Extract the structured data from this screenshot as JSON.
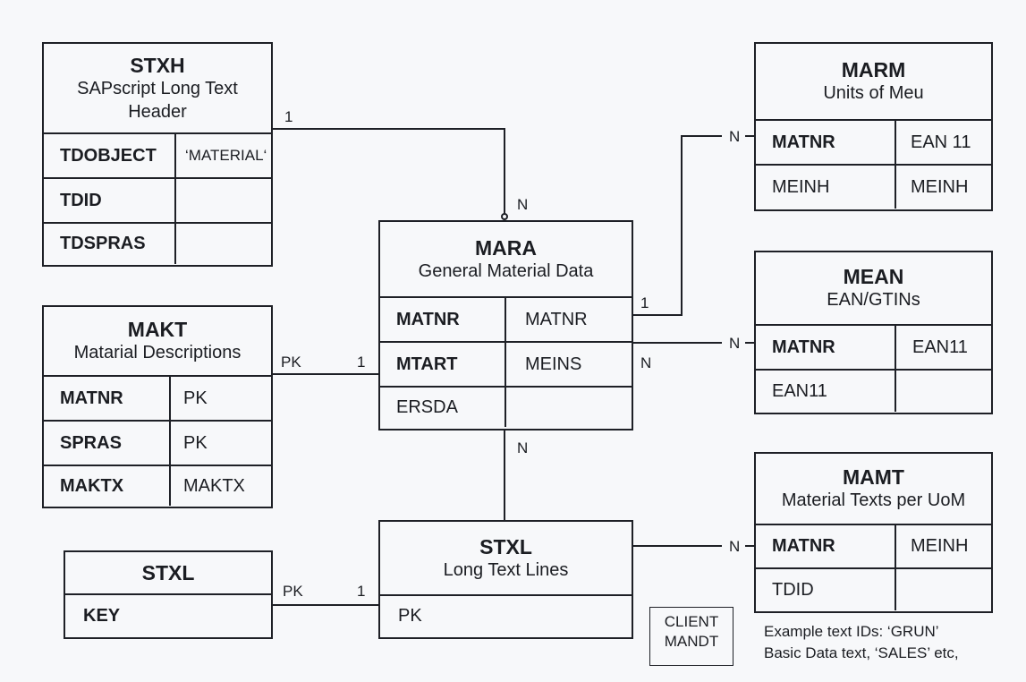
{
  "entities": {
    "stxh": {
      "name": "STXH",
      "description_line1": "SAPscript Long Text",
      "description_line2": "Header",
      "rows": [
        {
          "field": "TDOBJECT",
          "value": "‘MATERIAL‘"
        },
        {
          "field": "TDID",
          "value": ""
        },
        {
          "field": "TDSPRAS",
          "value": ""
        }
      ]
    },
    "makt": {
      "name": "MAKT",
      "description": "Matarial Descriptions",
      "rows": [
        {
          "field": "MATNR",
          "value": "PK"
        },
        {
          "field": "SPRAS",
          "value": "PK"
        },
        {
          "field": "MAKTX",
          "value": "MAKTX"
        }
      ]
    },
    "stxl_key": {
      "name": "STXL",
      "rows": [
        {
          "field": "KEY"
        }
      ]
    },
    "mara": {
      "name": "MARA",
      "description": "General Material Data",
      "rows": [
        {
          "field": "MATNR",
          "value": "MATNR"
        },
        {
          "field": "MTART",
          "value": "MEINS"
        },
        {
          "field": "ERSDA",
          "value": ""
        }
      ]
    },
    "stxl": {
      "name": "STXL",
      "description": "Long Text Lines",
      "rows": [
        {
          "field": "PK"
        }
      ]
    },
    "marm": {
      "name": "MARM",
      "description": "Units of Meu",
      "rows": [
        {
          "field": "MATNR",
          "value": "EAN 11"
        },
        {
          "field": "MEINH",
          "value": "MEINH"
        }
      ]
    },
    "mean": {
      "name": "MEAN",
      "description": "EAN/GTINs",
      "rows": [
        {
          "field": "MATNR",
          "value": "EAN11"
        },
        {
          "field": "EAN11",
          "value": ""
        }
      ]
    },
    "mamt": {
      "name": "MAMT",
      "description": "Material Texts per UoM",
      "rows": [
        {
          "field": "MATNR",
          "value": "MEINH"
        },
        {
          "field": "TDID",
          "value": ""
        }
      ]
    }
  },
  "relationships": [
    {
      "from": "STXH",
      "to": "MARA",
      "from_card": "1",
      "to_card": "N"
    },
    {
      "from": "MAKT",
      "to": "MARA",
      "from_card": "PK",
      "to_card": "1"
    },
    {
      "from": "MARA",
      "to": "MARM",
      "from_card": "1",
      "to_card": "N"
    },
    {
      "from": "MARA",
      "to": "MEAN",
      "from_card": "N",
      "to_card": "N"
    },
    {
      "from": "MARA",
      "to": "STXL",
      "from_card": "",
      "to_card": "N"
    },
    {
      "from": "STXL (KEY)",
      "to": "STXL",
      "from_card": "PK",
      "to_card": "1"
    },
    {
      "from": "STXL",
      "to": "MAMT",
      "from_card": "",
      "to_card": "N"
    }
  ],
  "labels": {
    "stxh_mara_1": "1",
    "stxh_mara_n": "N",
    "makt_pk": "PK",
    "makt_1": "1",
    "mara_marm_1": "1",
    "marm_n": "N",
    "mara_mean_n": "N",
    "mean_n": "N",
    "mara_stxl_n": "N",
    "stxlkey_pk": "PK",
    "stxlkey_1": "1",
    "mamt_n": "N"
  },
  "client_box": {
    "line1": "CLIENT",
    "line2": "MANDT"
  },
  "note": {
    "line1": "Example text IDs: ‘GRUN’",
    "line2": "Basic Data text,  ‘SALES’ etc,"
  }
}
